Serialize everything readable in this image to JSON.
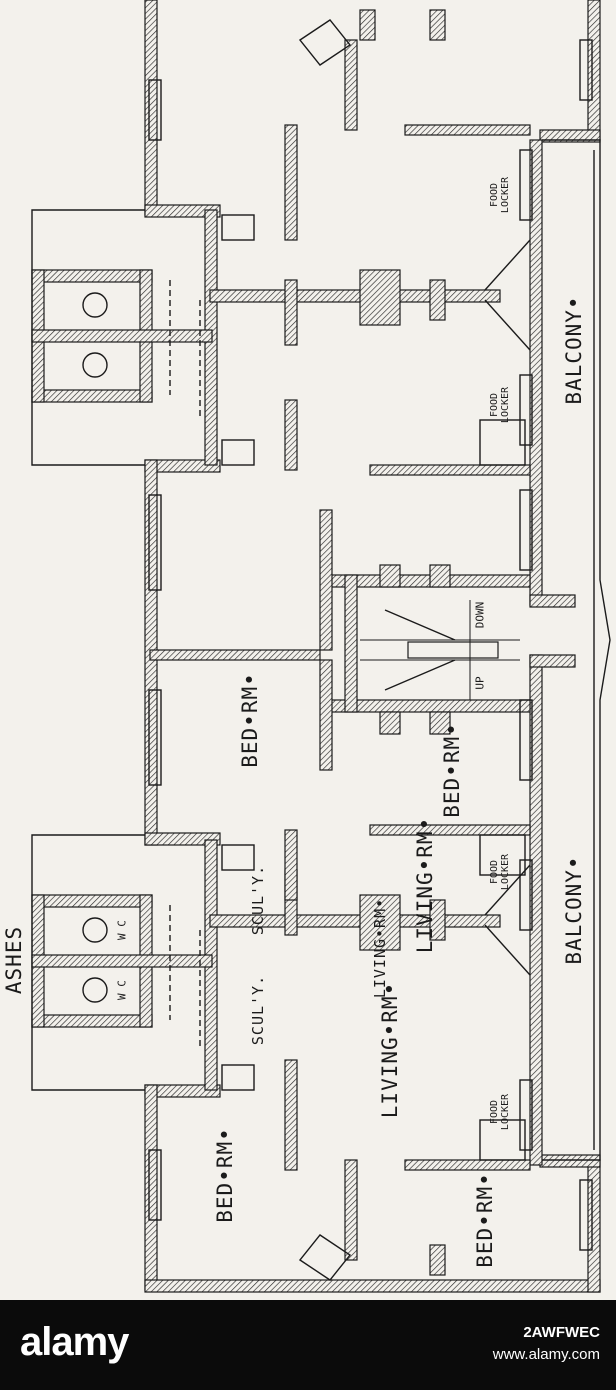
{
  "plan": {
    "labels": {
      "ashes": "ASHES",
      "balcony_top": "BALCONY•",
      "balcony_bottom": "BALCONY•",
      "bed_rm_center_left": "BED•RM•",
      "bed_rm_center_right": "BED•RM•",
      "bed_rm_bottom_left": "BED•RM•",
      "bed_rm_bottom_right": "BED•RM•",
      "living_rm_upper": "LIVING•RM•",
      "living_rm_lower_right": "LIVING•RM•",
      "living_rm_lower_left": "LIVING•RM•",
      "scullery_1": "SCUL'Y.",
      "scullery_2": "SCUL'Y.",
      "wc_1": "W C",
      "wc_2": "W C",
      "stair_up": "UP",
      "stair_down": "DOWN",
      "food_locker": "FOOD LOCKER"
    }
  },
  "watermark": {
    "logo": "alamy",
    "stock_id": "2AWFWEC",
    "stock_url": "www.alamy.com"
  },
  "colors": {
    "ink": "#1b1b1b",
    "paper": "#f3f1ec",
    "bar": "#0b0b0b"
  }
}
